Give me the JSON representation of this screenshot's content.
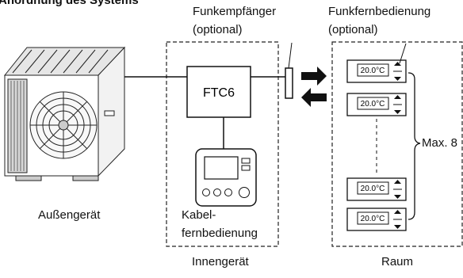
{
  "heading": "Anordnung des Systems",
  "labels": {
    "radio_receiver_line1": "Funkempfänger",
    "radio_receiver_line2": "(optional)",
    "radio_remote_line1": "Funkfernbedienung",
    "radio_remote_line2": "(optional)",
    "controller_unit": "FTC6",
    "outdoor_unit": "Außengerät",
    "wired_remote_line1": "Kabel-",
    "wired_remote_line2": "fernbedienung",
    "indoor_unit": "Innengerät",
    "room": "Raum",
    "max_count": "Max. 8"
  },
  "thermostat_readout": "20.0°C",
  "icons": [
    "outdoor-heat-pump-icon",
    "wired-remote-controller-icon",
    "radio-receiver-icon",
    "wireless-thermostat-icon",
    "signal-arrow-right-icon",
    "signal-arrow-left-icon",
    "brace-icon"
  ]
}
